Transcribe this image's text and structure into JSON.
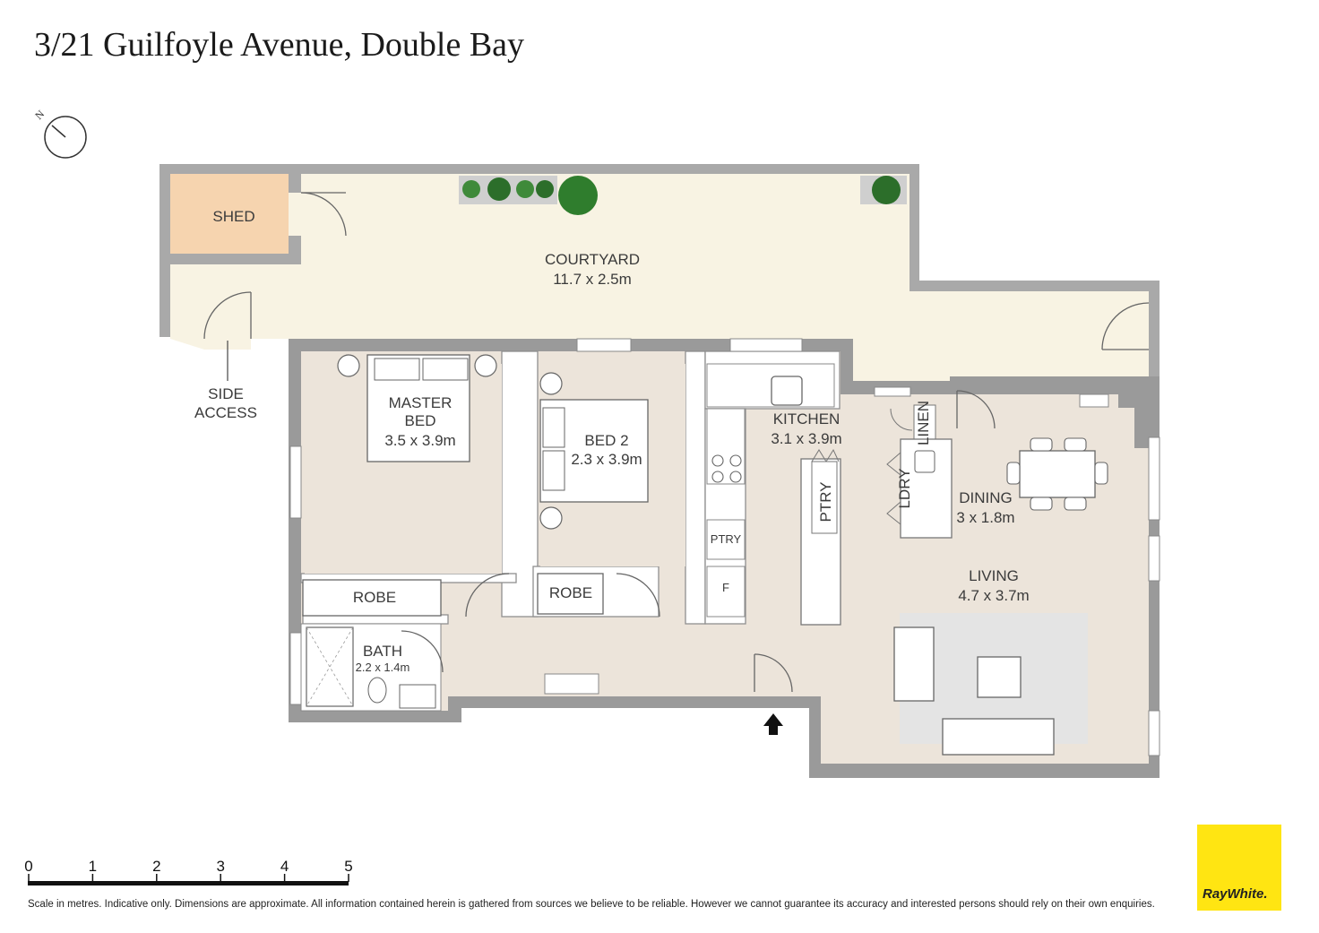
{
  "title": "3/21 Guilfoyle Avenue, Double Bay",
  "compass": {
    "label": "N"
  },
  "rooms": {
    "shed": {
      "name": "SHED"
    },
    "courtyard": {
      "name": "COURTYARD",
      "size": "11.7 x 2.5m"
    },
    "side_access": {
      "line1": "SIDE",
      "line2": "ACCESS"
    },
    "master_bed": {
      "line1": "MASTER",
      "line2": "BED",
      "size": "3.5 x 3.9m"
    },
    "bed2": {
      "name": "BED 2",
      "size": "2.3 x 3.9m"
    },
    "kitchen": {
      "name": "KITCHEN",
      "size": "3.1 x 3.9m"
    },
    "dining": {
      "name": "DINING",
      "size": "3 x 1.8m"
    },
    "living": {
      "name": "LIVING",
      "size": "4.7 x 3.7m"
    },
    "bath": {
      "name": "BATH",
      "size": "2.2 x 1.4m"
    },
    "robe_master": {
      "name": "ROBE"
    },
    "robe_bed2": {
      "name": "ROBE"
    },
    "ptry_kitchen": {
      "name": "PTRY"
    },
    "ptry_island": {
      "name": "PTRY"
    },
    "fridge": {
      "name": "F"
    },
    "linen": {
      "name": "LINEN"
    },
    "ldry": {
      "name": "LDRY"
    }
  },
  "scale": {
    "ticks": [
      "0",
      "1",
      "2",
      "3",
      "4",
      "5"
    ]
  },
  "footer": {
    "disclaimer": "Scale in metres. Indicative only. Dimensions are approximate. All information contained herein is gathered from sources we believe to be reliable. However we cannot guarantee its accuracy and interested persons should rely on their own enquiries."
  },
  "logo": {
    "text": "RayWhite."
  },
  "colors": {
    "courtyard": "#f8f3e3",
    "interior": "#ece4da",
    "shed": "#f6d4af",
    "rug": "#e4e4e4",
    "wall": "#8f8f8f",
    "logo": "#ffe512"
  }
}
